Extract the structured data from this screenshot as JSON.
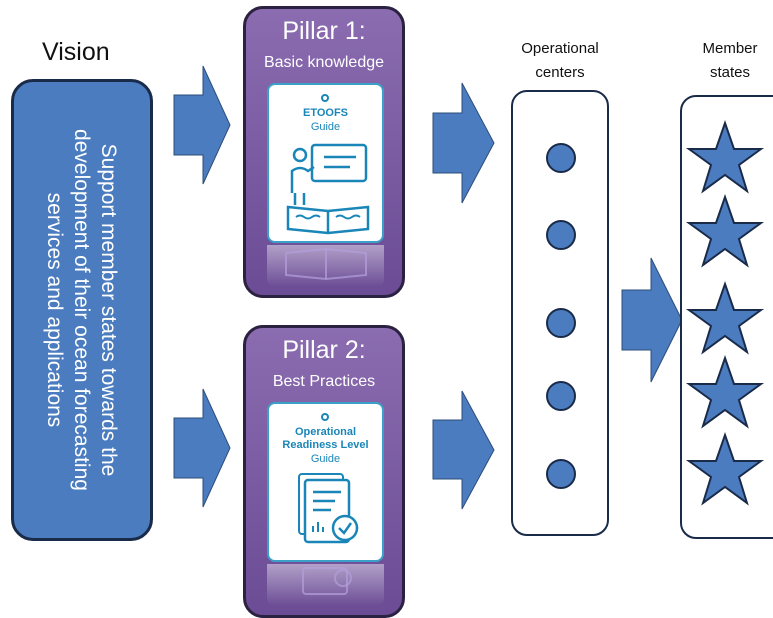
{
  "vision": {
    "title": "Vision",
    "text": "Support member states towards the development of their ocean forecasting services and applications"
  },
  "pillars": [
    {
      "title": "Pillar 1:",
      "subtitle": "Basic knowledge",
      "guide_title": "ETOOFS",
      "guide_sub": "Guide"
    },
    {
      "title": "Pillar 2:",
      "subtitle": "Best Practices",
      "guide_title_line1": "Operational",
      "guide_title_line2": "Readiness Level",
      "guide_sub": "Guide"
    }
  ],
  "operational_centers": {
    "title_line1": "Operational",
    "title_line2": "centers",
    "count": 5
  },
  "member_states": {
    "title_line1": "Member",
    "title_line2": "states",
    "count": 5
  },
  "colors": {
    "arrow": "#4a7cbf",
    "pillar": "#7b5aa3",
    "guide_accent": "#1a86b8",
    "outline": "#1a2b4a"
  }
}
